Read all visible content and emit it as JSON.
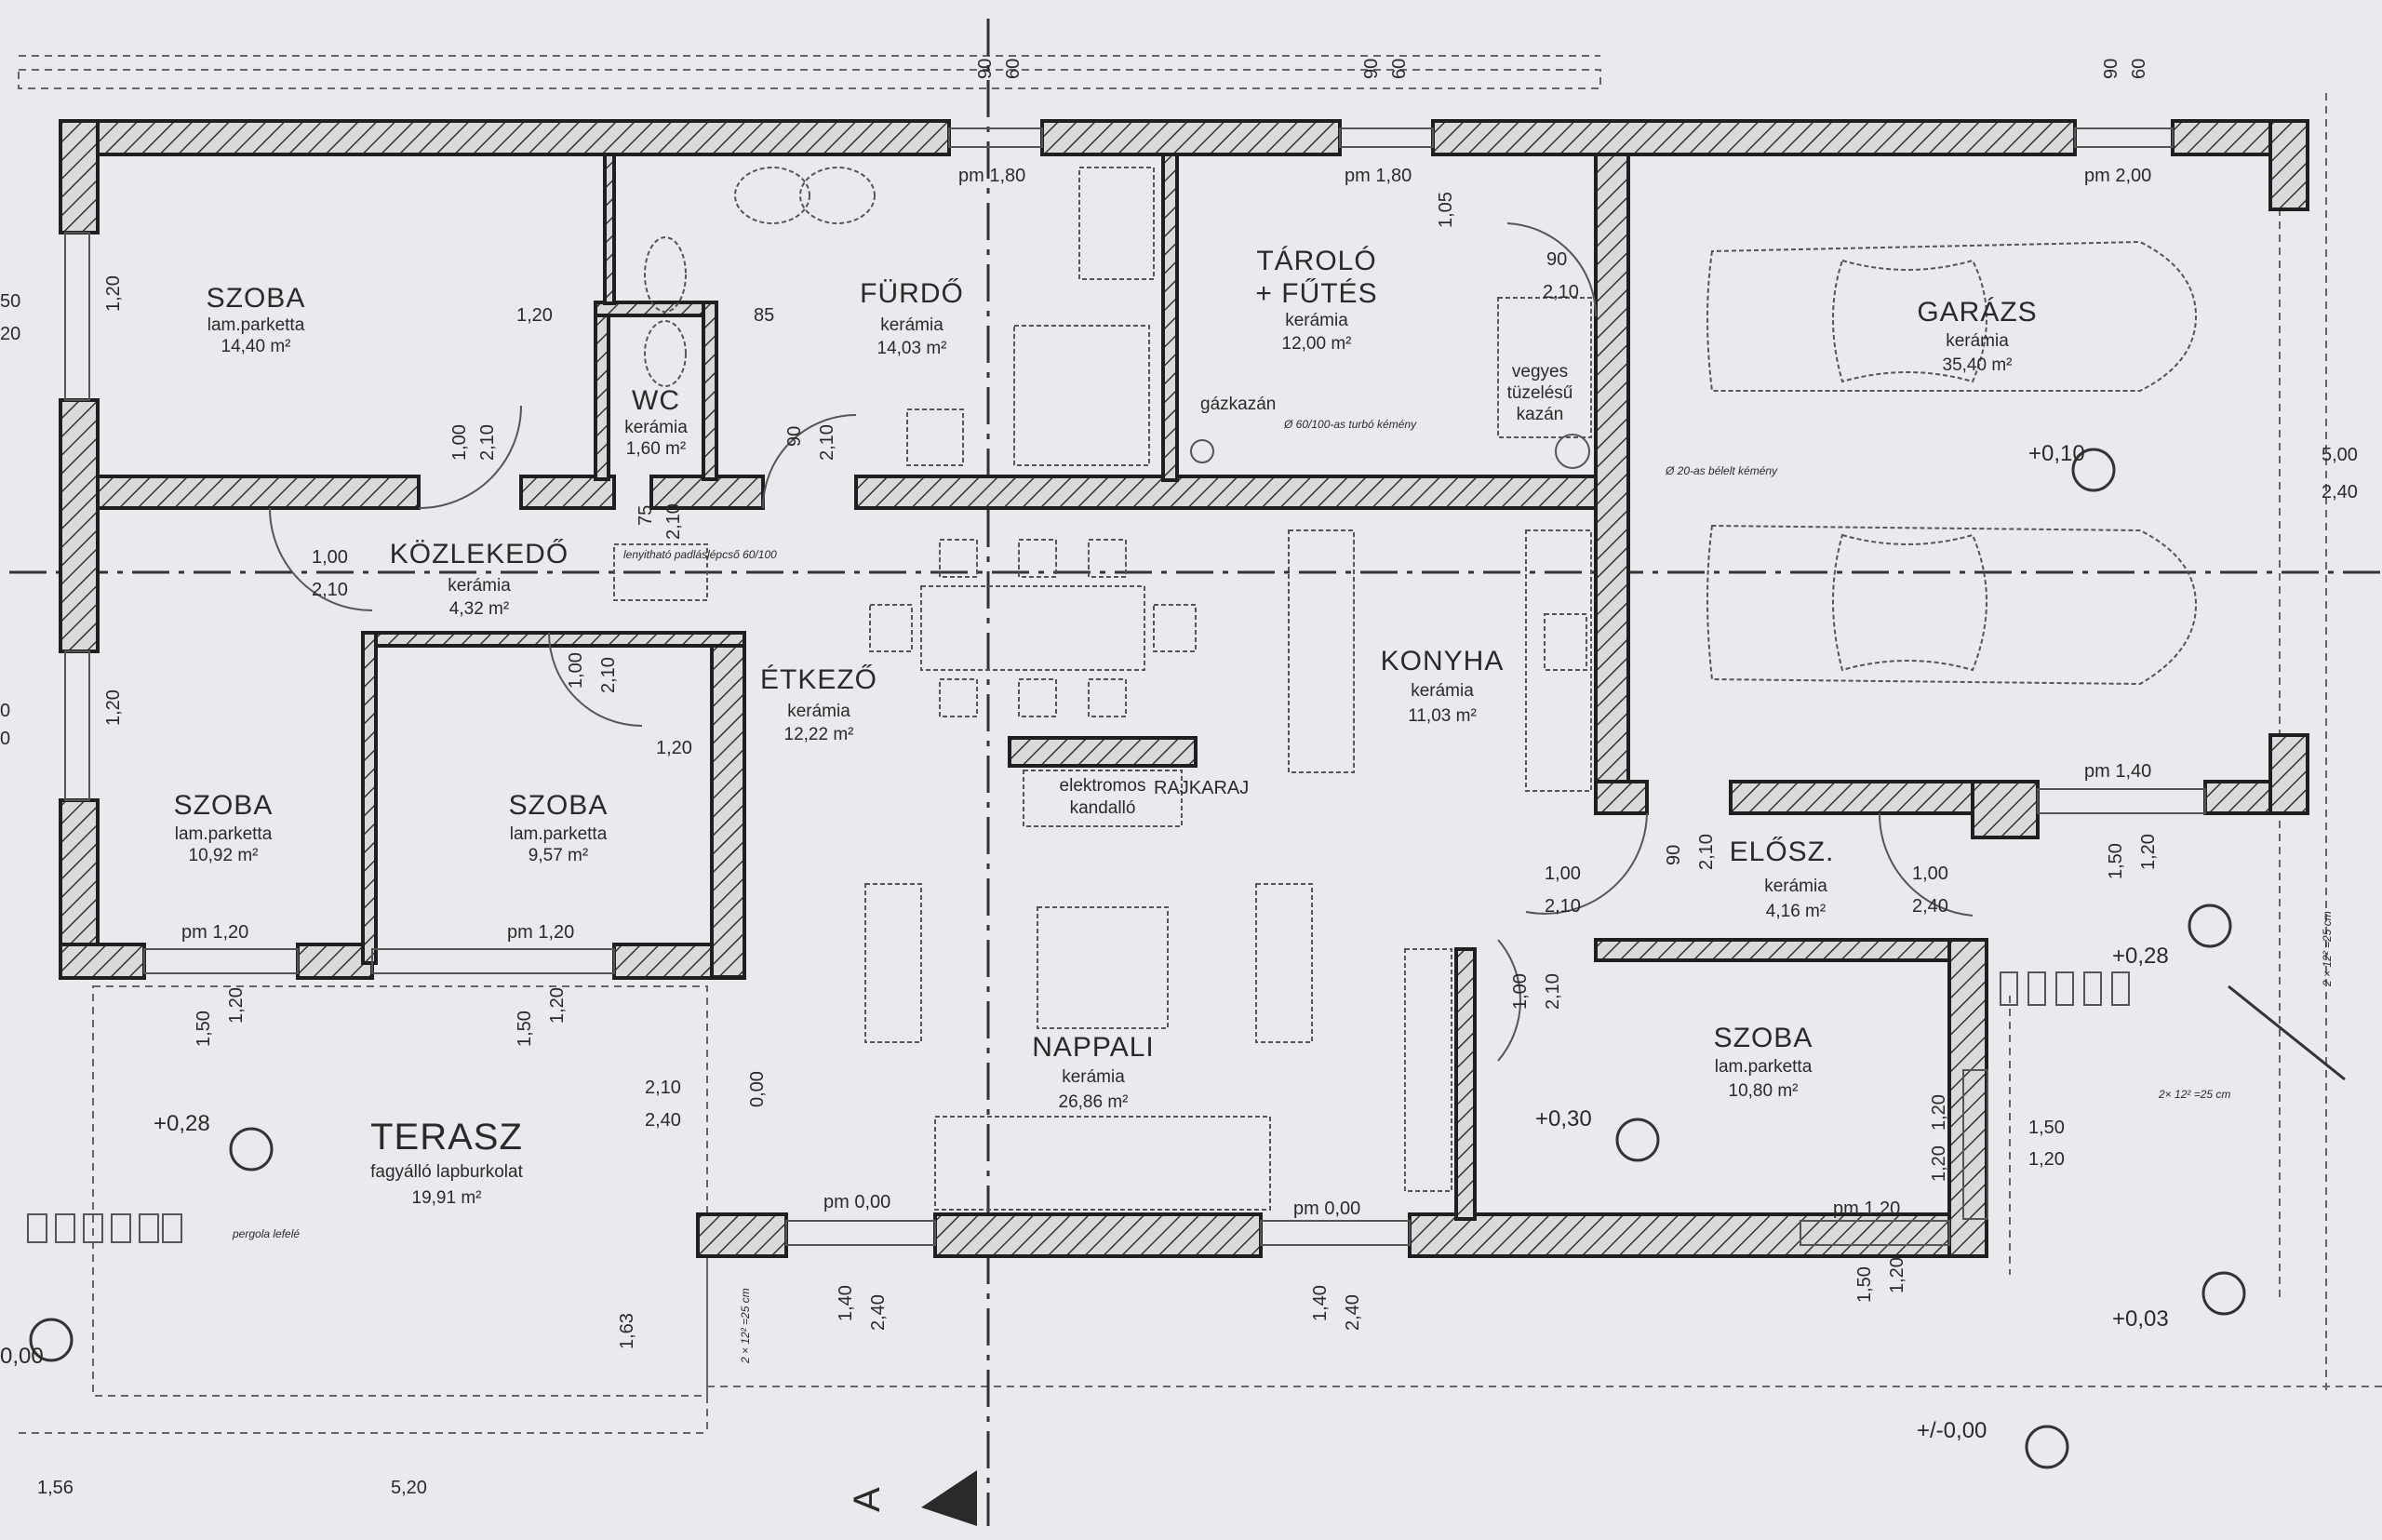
{
  "rooms": {
    "szoba1": {
      "name": "SZOBA",
      "floor": "lam.parketta",
      "area": "14,40 m²"
    },
    "wc": {
      "name": "WC",
      "floor": "kerámia",
      "area": "1,60 m²"
    },
    "furdo": {
      "name": "FÜRDŐ",
      "floor": "kerámia",
      "area": "14,03 m²"
    },
    "tarolo": {
      "name1": "TÁROLÓ",
      "name2": "+ FŰTÉS",
      "floor": "kerámia",
      "area": "12,00 m²"
    },
    "garazs": {
      "name": "GARÁZS",
      "floor": "kerámia",
      "area": "35,40 m²"
    },
    "kozleke": {
      "name": "KÖZLEKEDŐ",
      "floor": "kerámia",
      "area": "4,32 m²"
    },
    "etkezo": {
      "name": "ÉTKEZŐ",
      "floor": "kerámia",
      "area": "12,22 m²"
    },
    "konyha": {
      "name": "KONYHA",
      "floor": "kerámia",
      "area": "11,03 m²"
    },
    "szoba2": {
      "name": "SZOBA",
      "floor": "lam.parketta",
      "area": "10,92 m²"
    },
    "szoba3": {
      "name": "SZOBA",
      "floor": "lam.parketta",
      "area": "9,57 m²"
    },
    "elosz": {
      "name": "ELŐSZ.",
      "floor": "kerámia",
      "area": "4,16 m²"
    },
    "nappali": {
      "name": "NAPPALI",
      "floor": "kerámia",
      "area": "26,86 m²"
    },
    "szoba4": {
      "name": "SZOBA",
      "floor": "lam.parketta",
      "area": "10,80 m²"
    },
    "terasz": {
      "name": "TERASZ",
      "floor": "fagyálló lapburkolat",
      "area": "19,91 m²"
    }
  },
  "notes": {
    "gazkazan": "gázkazán",
    "kemeny1": "Ø 60/100-as turbó kémény",
    "vegyes1": "vegyes",
    "vegyes2": "tüzelésű",
    "vegyes3": "kazán",
    "kemeny2": "Ø 20-as bélelt kémény",
    "kandallo1": "elektromos",
    "kandallo2": "kandalló",
    "lepcso": "lenyitható padláslépcső 60/100",
    "pergola": "pergola lefelé",
    "watermark": "RAJKARAJ"
  },
  "levels": {
    "garage": "+0,10",
    "nappali_right": "+0,30",
    "terasz": "+0,28",
    "entry": "+0,28",
    "outside": "+0,03",
    "zero": "+/-0,00",
    "left_bottom": "0,00"
  },
  "section_mark": "A",
  "dims": {
    "d90a": "90",
    "d60a": "60",
    "d90b": "90",
    "d60b": "60",
    "d90c": "90",
    "d60c": "60",
    "pm180a": "pm 1,80",
    "pm180b": "pm 1,80",
    "pm200": "pm 2,00",
    "d105": "1,05",
    "d90t": "90",
    "d210t": "2,10",
    "d120l": "1,20",
    "d50l": "50",
    "d20l": "20",
    "d120w": "1,20",
    "d85": "85",
    "d100a": "1,00",
    "d210a": "2,10",
    "d90f": "90",
    "d210f": "2,10",
    "d75": "75",
    "d210w": "2,10",
    "d100k": "1,00",
    "d210k": "2,10",
    "d100s": "1,00",
    "d210s": "2,10",
    "d120s": "1,20",
    "d120l2": "1,20",
    "d0l": "0",
    "d0l2": "0",
    "pm120a": "pm 1,20",
    "pm120b": "pm 1,20",
    "d150a": "1,50",
    "d120a": "1,20",
    "d150b": "1,50",
    "d120b": "1,20",
    "d210n": "2,10",
    "d240n": "2,40",
    "d200n": "0,00",
    "pm000a": "pm 0,00",
    "pm000b": "pm 0,00",
    "d140a": "1,40",
    "d240a": "2,40",
    "d140b": "1,40",
    "d240b": "2,40",
    "d163": "1,63",
    "stair1": "2 × 12² =25 cm",
    "stair2": "2 × 12² =25 cm",
    "stair3": "2× 12² =25 cm",
    "d100e": "1,00",
    "d210e": "2,10",
    "d90e": "90",
    "d210e2": "2,10",
    "d100e2": "1,00",
    "d240e": "2,40",
    "pm140": "pm 1,40",
    "d150c": "1,50",
    "d120c": "1,20",
    "d100r": "1,00",
    "d210r": "2,10",
    "d120r": "1,20",
    "d120r2": "1,20",
    "d150r": "1,50",
    "d120r3": "1,20",
    "pm120c": "pm 1,20",
    "d150d": "1,50",
    "d120d": "1,20",
    "d500": "5,00",
    "d240g": "2,40",
    "d156": "1,56",
    "d520": "5,20",
    "d00l": "00"
  }
}
